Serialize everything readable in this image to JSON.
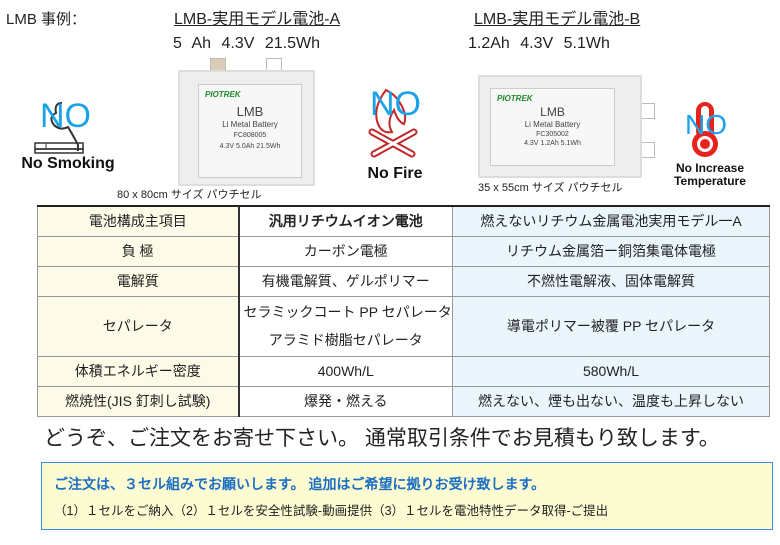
{
  "header": {
    "label": "LMB 事例："
  },
  "cell_a": {
    "title": "LMB-実用モデル電池-A",
    "spec": "5 Ah   4.3V   21.5Wh",
    "brand": "PIOTREK",
    "name": "LMB",
    "sub": "Li Metal Battery",
    "code": "FC808005",
    "rating": "4.3V 5.0Ah 21.5Wh",
    "caption": "80 x 80cm サイズ パウチセル"
  },
  "cell_b": {
    "title": "LMB-実用モデル電池-B",
    "spec": "1.2Ah   4.3V  5.1Wh",
    "brand": "PIOTREK",
    "name": "LMB",
    "sub": "Li Metal Battery",
    "code": "FC305002",
    "rating": "4.3V 1.2Ah 5.1Wh",
    "caption": "35 x 55cm サイズ パウチセル"
  },
  "badges": {
    "no_text": "NO",
    "smoking": "No Smoking",
    "fire": "No Fire",
    "temp": "No Increase Temperature"
  },
  "table": {
    "rows": [
      [
        "電池構成主項目",
        "汎用リチウムイオン電池",
        "燃えないリチウム金属電池実用モデル一A"
      ],
      [
        "負 極",
        "カーボン電極",
        "リチウム金属箔ー銅箔集電体電極"
      ],
      [
        "電解質",
        "有機電解質、ゲルポリマー",
        "不燃性電解液、固体電解質"
      ],
      [
        "セパレータ",
        "セラミックコート PP セパレータ",
        "導電ポリマー被覆 PP セパレータ"
      ],
      [
        "体積エネルギー密度",
        "400Wh/L",
        "580Wh/L"
      ],
      [
        "燃焼性(JIS 釘刺し試験)",
        "爆発・燃える",
        "燃えない、煙も出ない、温度も上昇しない"
      ]
    ],
    "separator_line2": "アラミド樹脂セパレータ"
  },
  "footer": {
    "message": "どうぞ、ご注文をお寄せ下さい。 通常取引条件でお見積もり致します。",
    "note_title": "ご注文は、３セル組みでお願いします。 追加はご希望に拠りお受け致します。",
    "note_items": "（1）１セルをご納入（2）１セルを安全性試験-動画提供（3）１セルを電池特性データ取得-ご提出"
  },
  "colors": {
    "no": "#1aa3e8",
    "fire": "#c0282a",
    "thermo": "#e8221c",
    "note_bg": "#fdfbd2",
    "note_title": "#1a6fc4"
  }
}
